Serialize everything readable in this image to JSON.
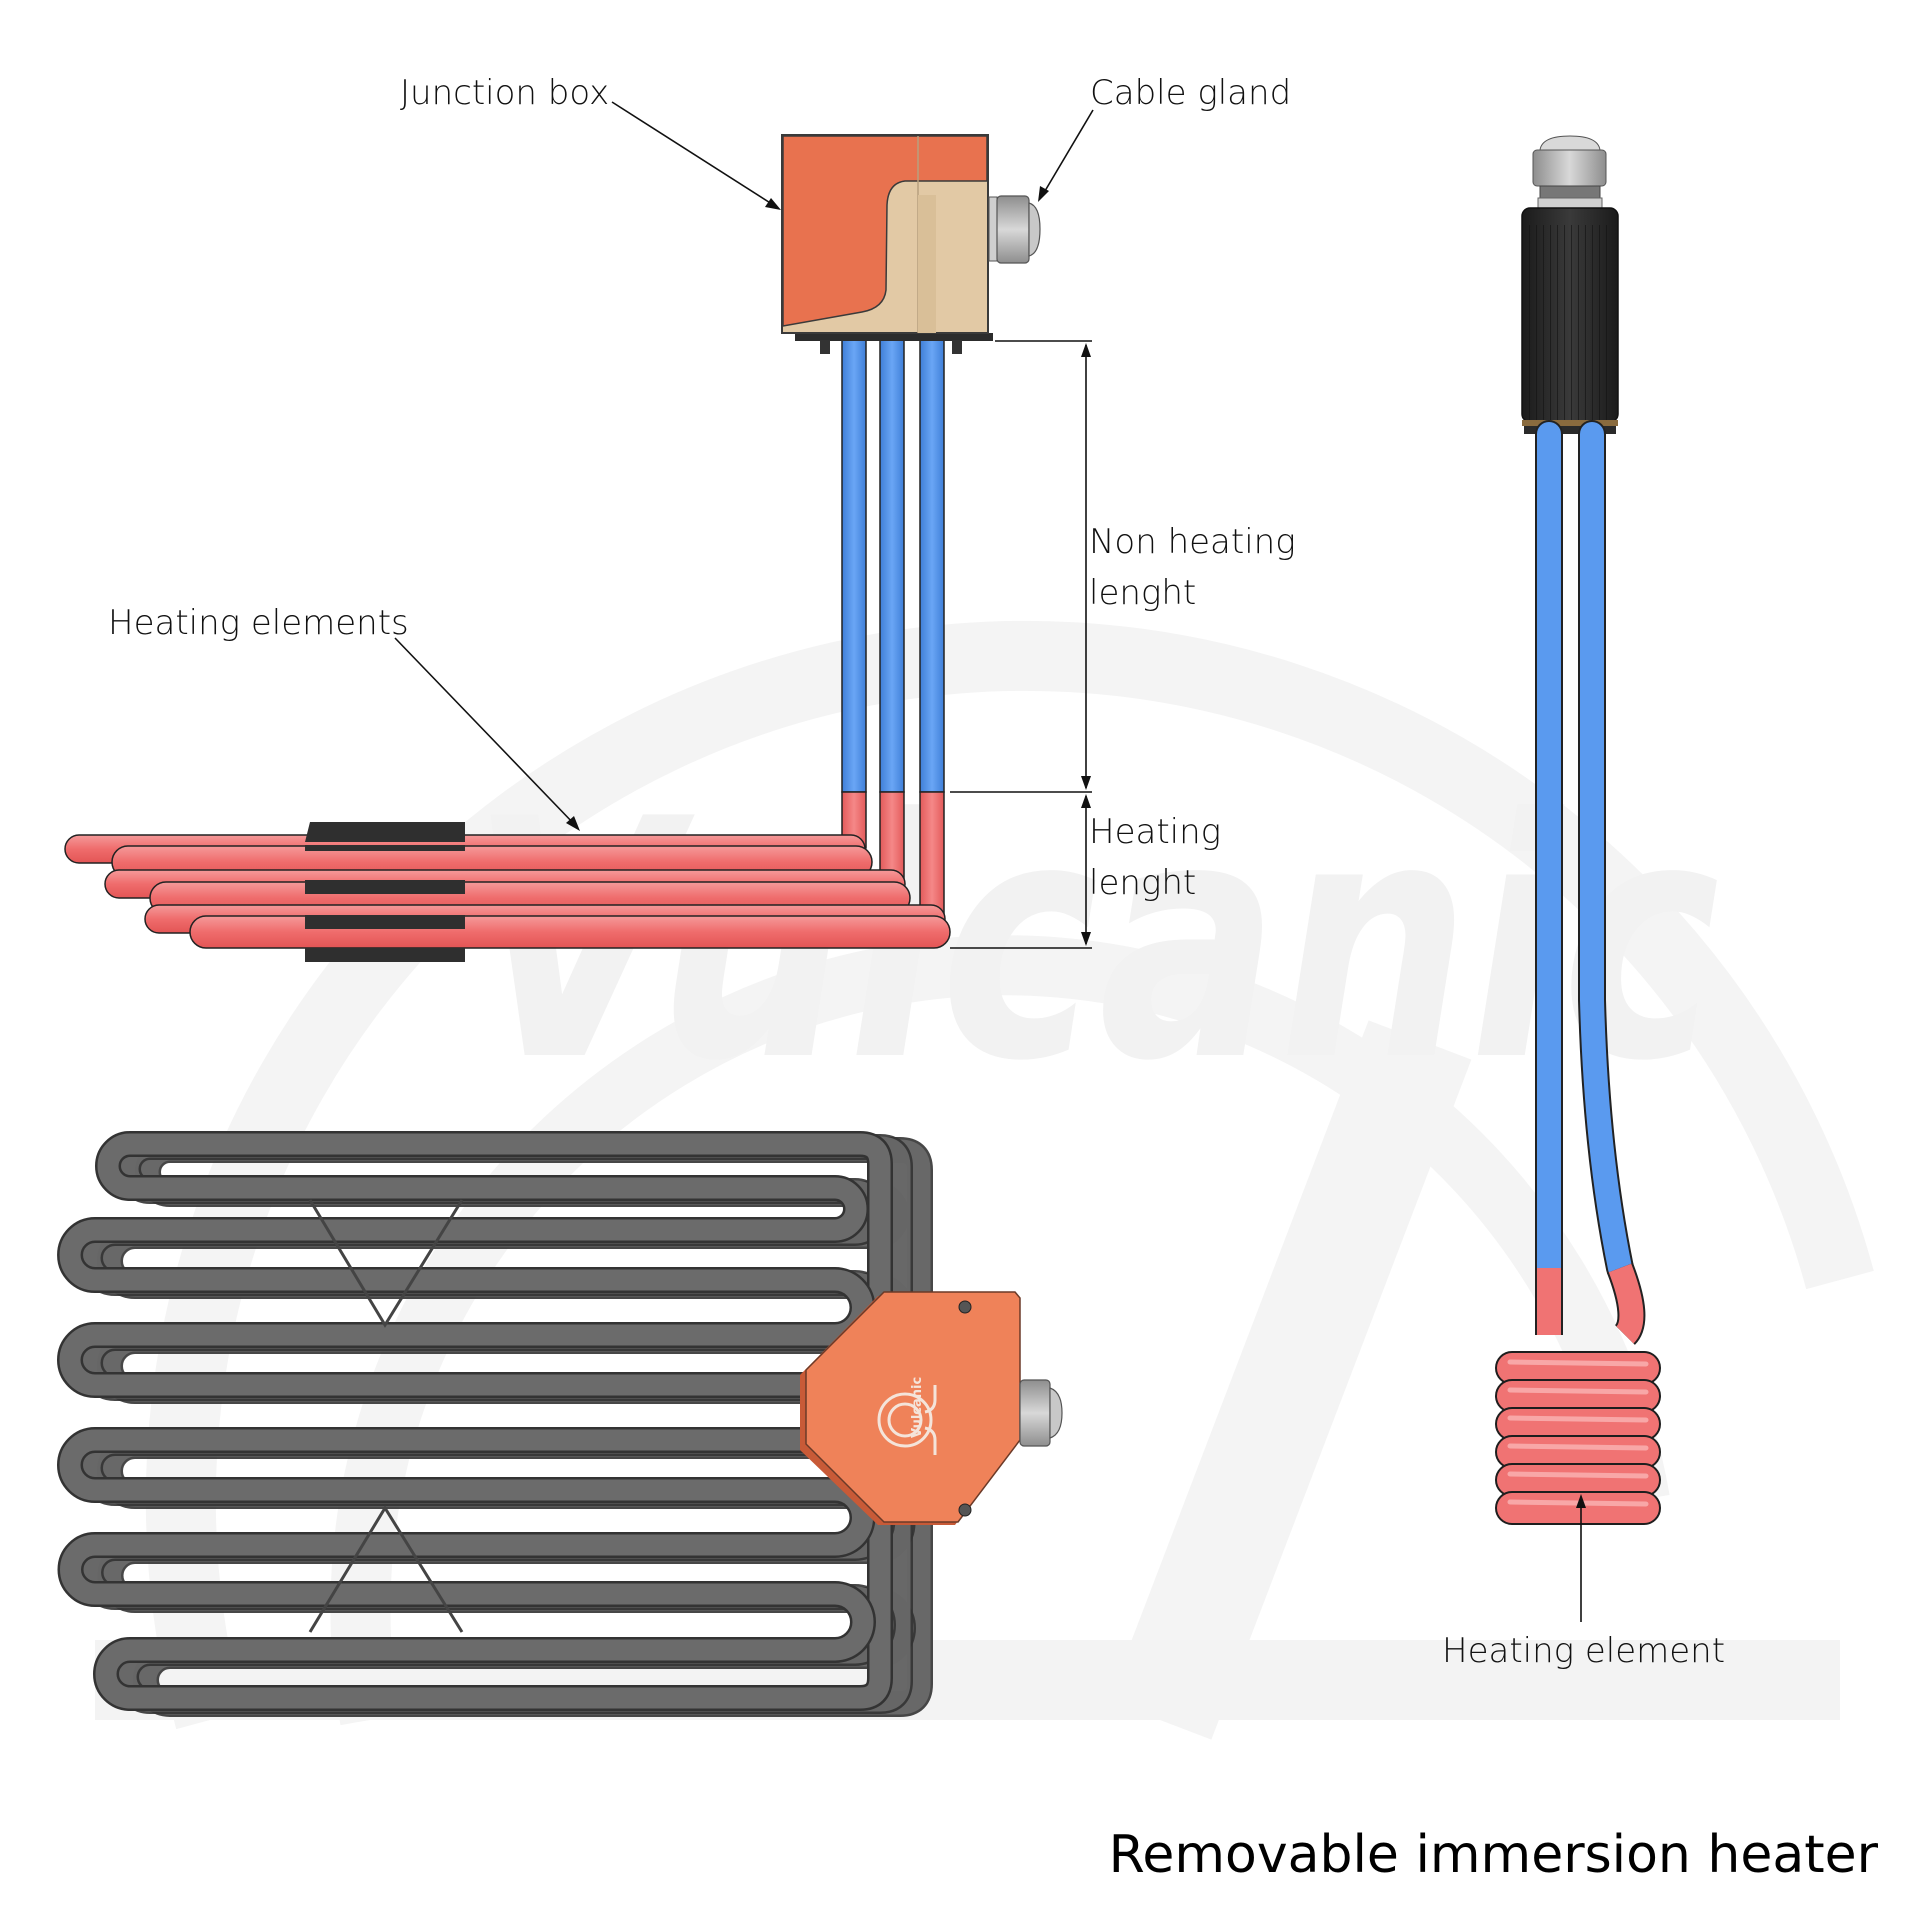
{
  "title": "Removable immersion heater",
  "watermark": {
    "brand": "Vulcanic"
  },
  "colors": {
    "background": "#ffffff",
    "watermark": "#f3f3f3",
    "junction_box_orange": "#e8724f",
    "junction_box_tan": "#e2c9a5",
    "non_heating_blue": "#5a9aef",
    "heating_red": "#f07373",
    "tube_gray": "#6b6b6b",
    "tube_outline": "#333333",
    "handle_black": "#2a2a2a",
    "gland_gray": "#bfbfbf",
    "octagon_orange": "#ef8259"
  },
  "labels": {
    "junction_box": "Junction box",
    "cable_gland": "Cable gland",
    "heating_elements": "Heating elements",
    "non_heating_length_line1": "Non heating",
    "non_heating_length_line2": "lenght",
    "heating_length_line1": "Heating",
    "heating_length_line2": "lenght",
    "heating_element": "Heating element",
    "octagon_logo": "Vulcanic"
  },
  "views": [
    {
      "id": "side-view",
      "description": "Side view: junction box with three tubes bending into horizontal heating elements"
    },
    {
      "id": "top-view",
      "description": "Top view: serpentine gray heating tubes with octagonal junction box"
    },
    {
      "id": "coil-view",
      "description": "Removable coil heater with black handle, blue cold section and red coil"
    }
  ]
}
